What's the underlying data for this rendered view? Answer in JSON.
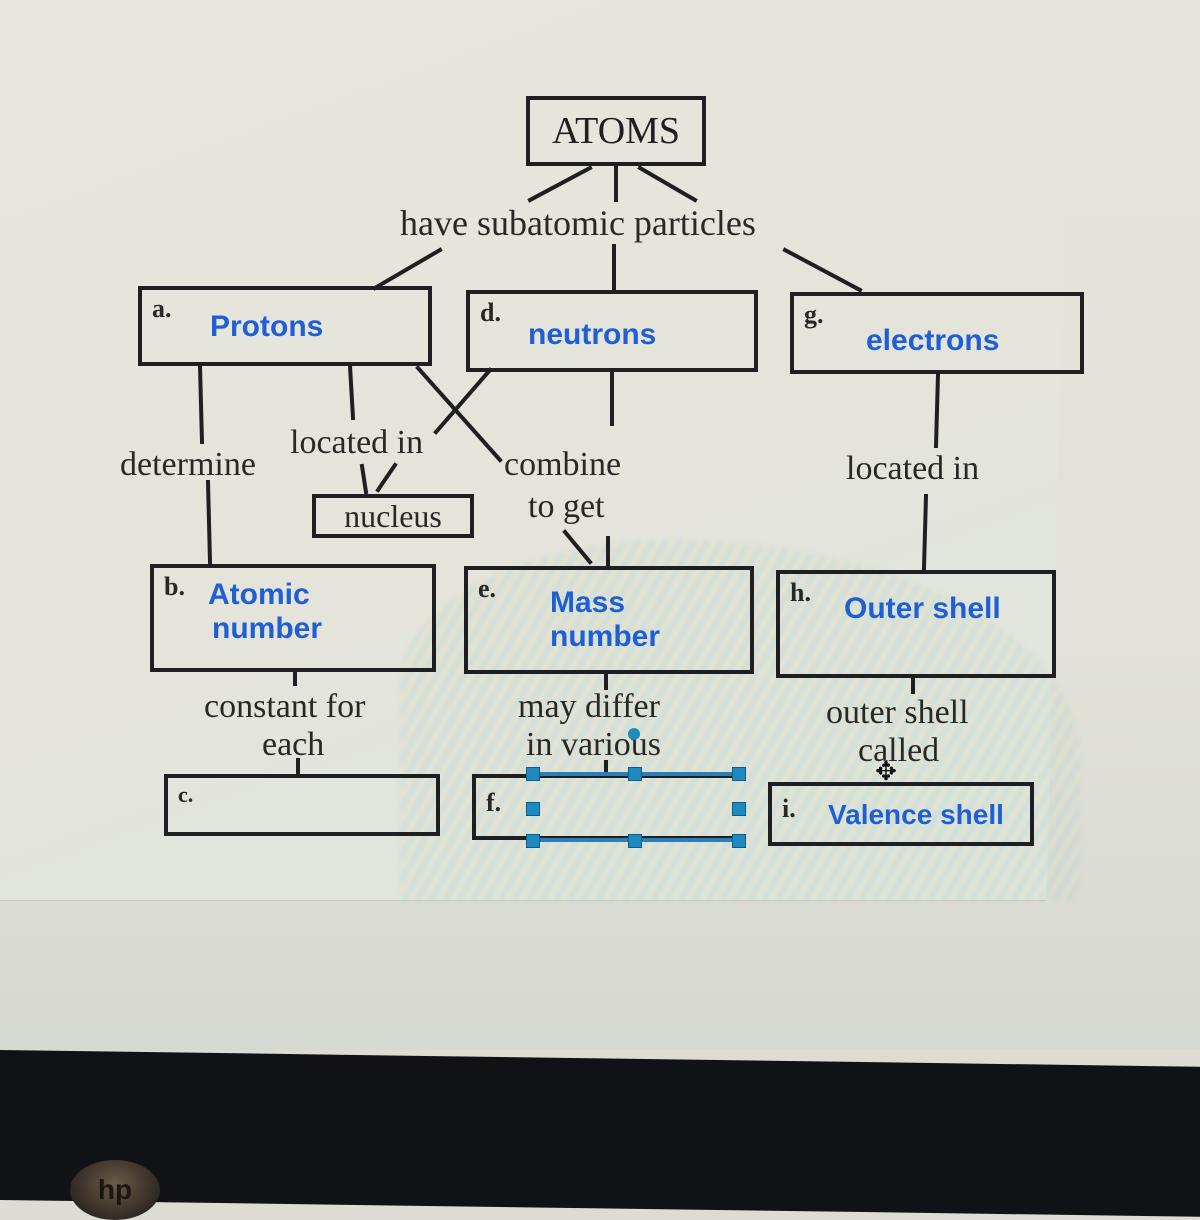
{
  "diagram": {
    "title": "ATOMS",
    "root_link": "have subatomic particles",
    "boxes": {
      "a": {
        "letter": "a.",
        "answer": "Protons"
      },
      "b": {
        "letter": "b.",
        "answer_line1": "Atomic",
        "answer_line2": "number"
      },
      "c": {
        "letter": "c.",
        "answer": ""
      },
      "d": {
        "letter": "d.",
        "answer": "neutrons"
      },
      "e": {
        "letter": "e.",
        "answer_line1": "Mass",
        "answer_line2": "number"
      },
      "f": {
        "letter": "f.",
        "answer": ""
      },
      "g": {
        "letter": "g.",
        "answer": "electrons"
      },
      "h": {
        "letter": "h.",
        "answer": "Outer shell"
      },
      "i": {
        "letter": "i.",
        "answer": "Valence shell"
      }
    },
    "nucleus": "nucleus",
    "links": {
      "determine": "determine",
      "located_in_protons": "located in",
      "combine_line1": "combine",
      "combine_line2": "to get",
      "located_in_electrons": "located in",
      "constant_line1": "constant for",
      "constant_line2": "each",
      "may_differ_line1": "may differ",
      "may_differ_line2": "in various",
      "outer_shell_line1": "outer shell",
      "outer_shell_line2": "called"
    }
  },
  "colors": {
    "answer_text": "#1f5fd6",
    "selection": "#1f8ac0",
    "ink": "#1f1e22"
  },
  "icons": {
    "move_cursor": "move-cursor-icon",
    "brand_logo": "hp"
  }
}
